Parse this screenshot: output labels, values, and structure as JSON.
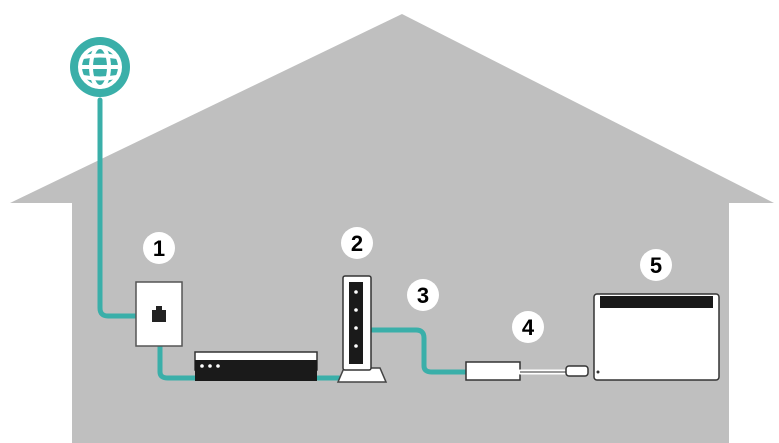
{
  "colors": {
    "background": "#ffffff",
    "house": "#bfbfbf",
    "cable": "#3aafa9",
    "device_fill": "#ffffff",
    "device_stroke": "#333333",
    "device_dark": "#1a1a1a",
    "label_circle": "#ffffff",
    "label_text": "#000000"
  },
  "icons": {
    "internet": "globe-icon",
    "wall_jack": "ethernet-port-icon",
    "modem": "modem-icon",
    "router": "router-icon",
    "adapter": "power-adapter-icon",
    "display": "dock-display-icon"
  },
  "labels": {
    "step1": "1",
    "step2": "2",
    "step3": "3",
    "step4": "4",
    "step5": "5"
  }
}
